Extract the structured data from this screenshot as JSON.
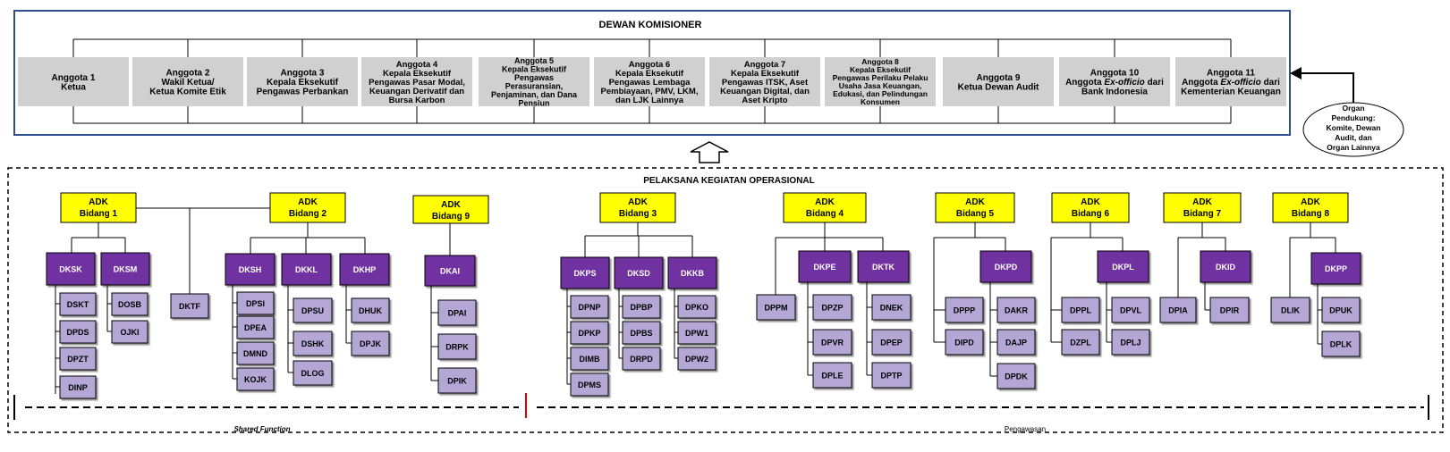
{
  "title": "DEWAN KOMISIONER",
  "subtitle": "PELAKSANA KEGIATAN OPERASIONAL",
  "colors": {
    "board_border": "#2F4F8F",
    "anggota_fill": "#D0D0D0",
    "adk_fill": "#FFFF00",
    "dept_dark": "#7030A0",
    "dept_light": "#B4A7D6",
    "red_divider": "#E00000"
  },
  "anggota": [
    {
      "lines": [
        "Anggota 1",
        "Ketua"
      ]
    },
    {
      "lines": [
        "Anggota 2",
        "Wakil Ketua/",
        "Ketua Komite Etik"
      ]
    },
    {
      "lines": [
        "Anggota 3",
        "Kepala Eksekutif",
        "Pengawas Perbankan"
      ]
    },
    {
      "lines": [
        "Anggota 4",
        "Kepala Eksekutif",
        "Pengawas Pasar Modal,",
        "Keuangan Derivatif dan",
        "Bursa Karbon"
      ]
    },
    {
      "lines": [
        "Anggota 5",
        "Kepala Eksekutif",
        "Pengawas",
        "Perasuransian,",
        "Penjaminan, dan Dana",
        "Pensiun"
      ]
    },
    {
      "lines": [
        "Anggota 6",
        "Kepala Eksekutif",
        "Pengawas Lembaga",
        "Pembiayaan, PMV, LKM,",
        "dan LJK Lainnya"
      ]
    },
    {
      "lines": [
        "Anggota 7",
        "Kepala Eksekutif",
        "Pengawas ITSK, Aset",
        "Keuangan Digital, dan",
        "Aset Kripto"
      ]
    },
    {
      "lines": [
        "Anggota 8",
        "Kepala Eksekutif",
        "Pengawas Perilaku Pelaku",
        "Usaha Jasa Keuangan,",
        "Edukasi, dan Pelindungan",
        "Konsumen"
      ]
    },
    {
      "lines": [
        "Anggota 9",
        "Ketua Dewan Audit"
      ]
    },
    {
      "lines": [
        "Anggota 10",
        "Anggota Ex-officio dari",
        "Bank Indonesia"
      ]
    },
    {
      "lines": [
        "Anggota 11",
        "Anggota Ex-officio dari",
        "Kementerian Keuangan"
      ]
    }
  ],
  "organ": [
    "Organ",
    "Pendukung:",
    "Komite, Dewan",
    "Audit, dan",
    "Organ Lainnya"
  ],
  "adk_prefix": "ADK",
  "adk": [
    {
      "label": "Bidang 1"
    },
    {
      "label": "Bidang 2"
    },
    {
      "label": "Bidang 9"
    },
    {
      "label": "Bidang 3"
    },
    {
      "label": "Bidang 4"
    },
    {
      "label": "Bidang 5"
    },
    {
      "label": "Bidang 6"
    },
    {
      "label": "Bidang 7"
    },
    {
      "label": "Bidang 8"
    }
  ],
  "depts": [
    "DKSK",
    "DKSM",
    "DKTF",
    "DKSH",
    "DKKL",
    "DKHP",
    "DKAI",
    "DKPS",
    "DKSD",
    "DKKB",
    "DKPE",
    "DKTK",
    "DKPD",
    "DKPL",
    "DKID",
    "DKPP"
  ],
  "units": [
    "DSKT",
    "DPDS",
    "DPZT",
    "DINP",
    "DOSB",
    "OJKI",
    "DPSI",
    "DPEA",
    "DMND",
    "KOJK",
    "DPSU",
    "DSHK",
    "DLOG",
    "DHUK",
    "DPJK",
    "DPAI",
    "DRPK",
    "DPIK",
    "DPNP",
    "DPKP",
    "DIMB",
    "DPMS",
    "DPBP",
    "DPBS",
    "DRPD",
    "DPKO",
    "DPW1",
    "DPW2",
    "DPPM",
    "DPZP",
    "DPVR",
    "DPLE",
    "DNEK",
    "DPEP",
    "DPTP",
    "DPPP",
    "DIPD",
    "DAKR",
    "DAJP",
    "DPDK",
    "DPPL",
    "DZPL",
    "DPVL",
    "DPLJ",
    "DPIA",
    "DPIR",
    "DLIK",
    "DPUK",
    "DPLK"
  ],
  "footer": {
    "left": "Shared Function",
    "right": "Pengawasan"
  }
}
